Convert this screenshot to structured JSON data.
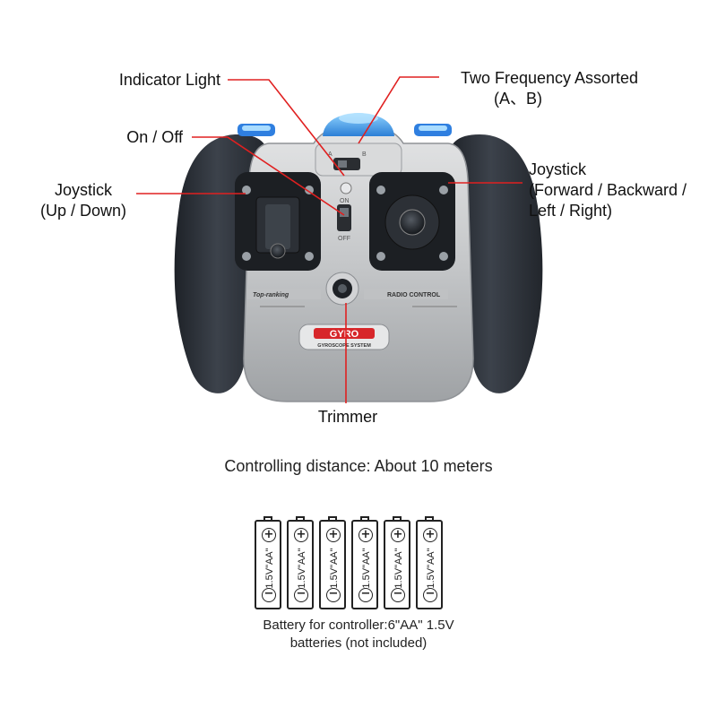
{
  "labels": {
    "indicator_light": "Indicator Light",
    "two_frequency_line1": "Two Frequency Assorted",
    "two_frequency_line2": "(A、B)",
    "on_off": "On / Off",
    "joystick_left_line1": "Joystick",
    "joystick_left_line2": "(Up / Down)",
    "joystick_right_line1": "Joystick",
    "joystick_right_line2": "(Forward / Backward /",
    "joystick_right_line3": "Left / Right)",
    "trimmer": "Trimmer"
  },
  "device_text": {
    "brand_left": "Top-ranking",
    "brand_right": "RADIO CONTROL",
    "gyro": "GYRO",
    "gyro_sub": "GYROSCOPE SYSTEM",
    "switch_on": "ON",
    "switch_off": "OFF",
    "freq_a": "A",
    "freq_b": "B"
  },
  "caption": "Controlling distance: About 10 meters",
  "battery": {
    "count": 6,
    "label": "1.5V\"AA\"",
    "plus_symbol": "+",
    "minus_symbol": "−",
    "caption_line1": "Battery for controller:6\"AA\" 1.5V",
    "caption_line2": "batteries (not included)"
  },
  "colors": {
    "callout_line": "#e02020",
    "grip": "#2b2f36",
    "faceplate": "#c9cbcd",
    "accent_blue": "#2f7fe0",
    "gyro_red": "#d7262a"
  },
  "icons": {
    "indicator": "indicator-light-icon",
    "antenna": "antenna-cap-icon",
    "trimmer": "trimmer-knob-icon"
  }
}
